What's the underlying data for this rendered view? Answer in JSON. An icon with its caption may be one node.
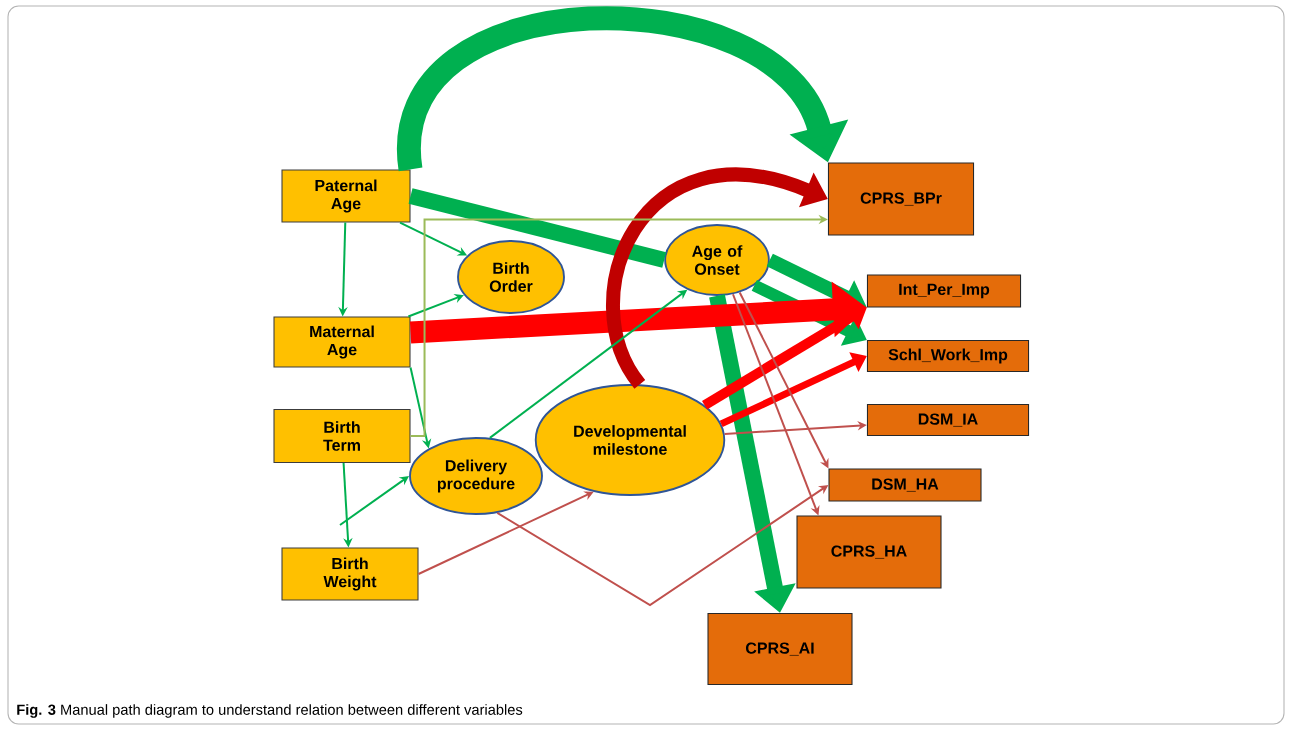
{
  "diagram": {
    "caption": "**Fig. 3** Manual path diagram to understand relation between different variables",
    "nodes": [
      {
        "text": [
          "Paternal Age"
        ]
      },
      {
        "text": [
          "Maternal Age"
        ]
      },
      {
        "text": [
          "Birth Term"
        ]
      },
      {
        "text": [
          "Birth Weight"
        ]
      },
      {
        "text": [
          "Birth Order"
        ]
      },
      {
        "text": [
          "Delivery procedure"
        ]
      },
      {
        "text": [
          "Developmental milestone"
        ]
      },
      {
        "text": [
          "Age of Onset"
        ]
      },
      {
        "text": [
          "CPRS_BPr"
        ]
      },
      {
        "text": [
          "Int_Per_Imp"
        ]
      },
      {
        "text": [
          "Schl_Work_Imp"
        ]
      },
      {
        "text": [
          "DSM_IA"
        ]
      },
      {
        "text": [
          "DSM_HA"
        ]
      },
      {
        "text": [
          "CPRS_HA"
        ]
      },
      {
        "text": [
          "CPRS_AI"
        ]
      }
    ],
    "edges": [
      {
        "from": 0,
        "to": 8,
        "arrow": "to",
        "style": "thick"
      },
      {
        "from": 0,
        "to": 7,
        "arrow": "none",
        "style": "thick"
      },
      {
        "from": 7,
        "to": 9,
        "arrow": "to",
        "style": "thick"
      },
      {
        "from": 7,
        "to": 10,
        "arrow": "to",
        "style": "thick"
      },
      {
        "from": 7,
        "to": 14,
        "arrow": "to",
        "style": "thick"
      },
      {
        "from": 1,
        "to": 9,
        "arrow": "to",
        "style": "thick",
        "color": "#ff0000"
      },
      {
        "from": 6,
        "to": 8,
        "arrow": "to",
        "style": "thick",
        "color": "#c00000"
      },
      {
        "from": 6,
        "to": 9,
        "arrow": "to",
        "style": "thick",
        "color": "#ff0000"
      },
      {
        "from": 6,
        "to": 10,
        "arrow": "to",
        "style": "thick",
        "color": "#ff0000"
      },
      {
        "from": 0,
        "to": 1,
        "arrow": "to"
      },
      {
        "from": 0,
        "to": 4,
        "arrow": "to"
      },
      {
        "from": 1,
        "to": 4,
        "arrow": "to"
      },
      {
        "from": 1,
        "to": 5,
        "arrow": "to"
      },
      {
        "from": 2,
        "to": 3,
        "arrow": "to"
      },
      {
        "from": null,
        "to": 5,
        "arrow": "to"
      },
      {
        "from": 5,
        "to": 7,
        "arrow": "to"
      },
      {
        "from": 2,
        "to": 8,
        "arrow": "to",
        "color": "#9bbb59"
      },
      {
        "from": 3,
        "to": 6,
        "arrow": "to",
        "color": "#c0504d"
      },
      {
        "from": 6,
        "to": 11,
        "arrow": "to",
        "color": "#c0504d"
      },
      {
        "from": 7,
        "to": 12,
        "arrow": "to",
        "color": "#c0504d"
      },
      {
        "from": 7,
        "to": 13,
        "arrow": "to",
        "color": "#c0504d"
      },
      {
        "from": 5,
        "to": 12,
        "arrow": "to",
        "color": "#c0504d"
      }
    ]
  }
}
